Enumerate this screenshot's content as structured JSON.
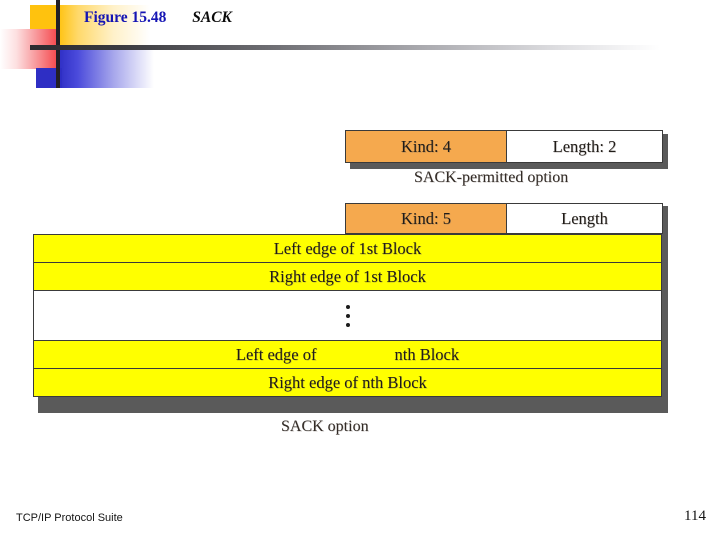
{
  "slide": {
    "heading": {
      "figure_label": "Figure 15.48",
      "topic": "SACK"
    },
    "accent_colors": {
      "heading_blue": "#1414B4",
      "kind_orange": "#F5A94E",
      "block_yellow": "#FFFF00",
      "border_gray": "#3A3A3A",
      "shadow_gray": "#5A5A5A"
    },
    "ornament": {
      "yellow_square": "#FFC20E",
      "red_square": "#F4464B",
      "blue_square": "#2E2EC4",
      "bar_dark": "#231F26"
    },
    "diagram": {
      "sack_permitted": {
        "caption": "SACK-permitted option",
        "fields": [
          {
            "label": "Kind: 4",
            "fill": "orange"
          },
          {
            "label": "Length: 2",
            "fill": "white"
          }
        ]
      },
      "sack_option": {
        "caption": "SACK option",
        "header_fields": [
          {
            "label": "Kind: 5",
            "fill": "orange"
          },
          {
            "label": "Length",
            "fill": "white"
          }
        ],
        "rows": [
          {
            "label": "Left edge of 1st Block",
            "fill": "yellow"
          },
          {
            "label": "Right edge of 1st Block",
            "fill": "yellow"
          },
          {
            "label": "",
            "fill": "white",
            "icon": "vertical-ellipsis"
          },
          {
            "label_left": "Left edge of",
            "label_right": "nth Block",
            "fill": "yellow"
          },
          {
            "label": "Right edge of nth Block",
            "fill": "yellow"
          }
        ]
      }
    },
    "footer": {
      "book_title": "TCP/IP Protocol Suite",
      "page_number": "114"
    }
  }
}
